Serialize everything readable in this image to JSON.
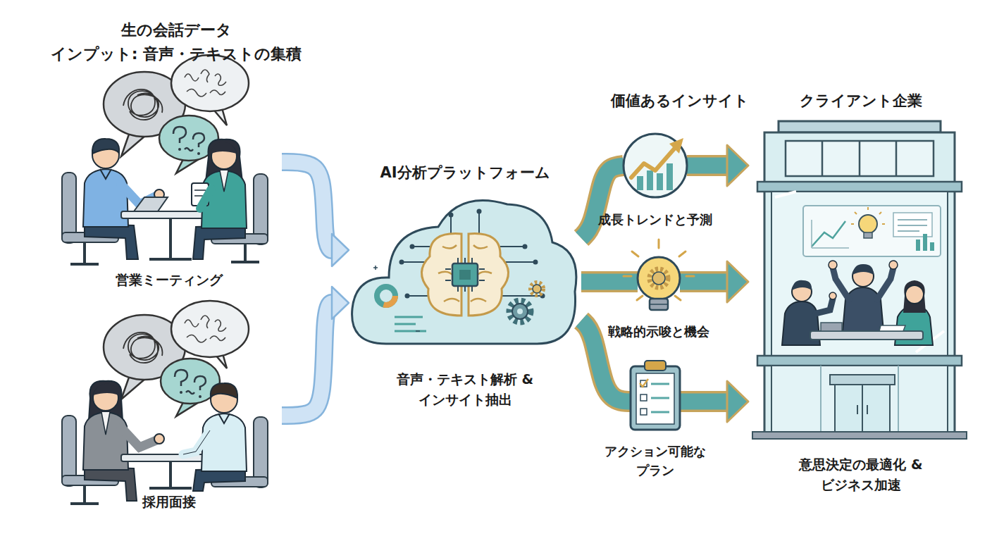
{
  "diagram": {
    "nodes": [
      {
        "text": [
          "営業ミーティング"
        ]
      },
      {
        "text": [
          "採用面接"
        ]
      },
      {
        "text": [
          "AI分析プラットフォーム",
          "音声・テキスト解析 &インサイト抽出"
        ]
      },
      {
        "text": [
          "成長トレンドと予測"
        ]
      },
      {
        "text": [
          "戦略的示唆と機会"
        ]
      },
      {
        "text": [
          "アクション可能な プラン"
        ]
      },
      {
        "text": [
          "クライアント企業",
          "意思決定の最適化 &ビジネス加速"
        ]
      }
    ],
    "edges": [
      {
        "from": 0,
        "to": 2,
        "arrow": "to"
      },
      {
        "from": 1,
        "to": 2,
        "arrow": "to"
      },
      {
        "from": 2,
        "to": 3,
        "arrow": "none"
      },
      {
        "from": 3,
        "to": 6,
        "arrow": "to"
      },
      {
        "from": 2,
        "to": 4,
        "arrow": "none"
      },
      {
        "from": 4,
        "to": 6,
        "arrow": "to"
      },
      {
        "from": 2,
        "to": 5,
        "arrow": "none"
      },
      {
        "from": 5,
        "to": 6,
        "arrow": "to"
      }
    ],
    "labels": [
      "生の会話データ",
      "インプット: 音声・テキストの集積",
      "価値あるインサイト"
    ]
  }
}
